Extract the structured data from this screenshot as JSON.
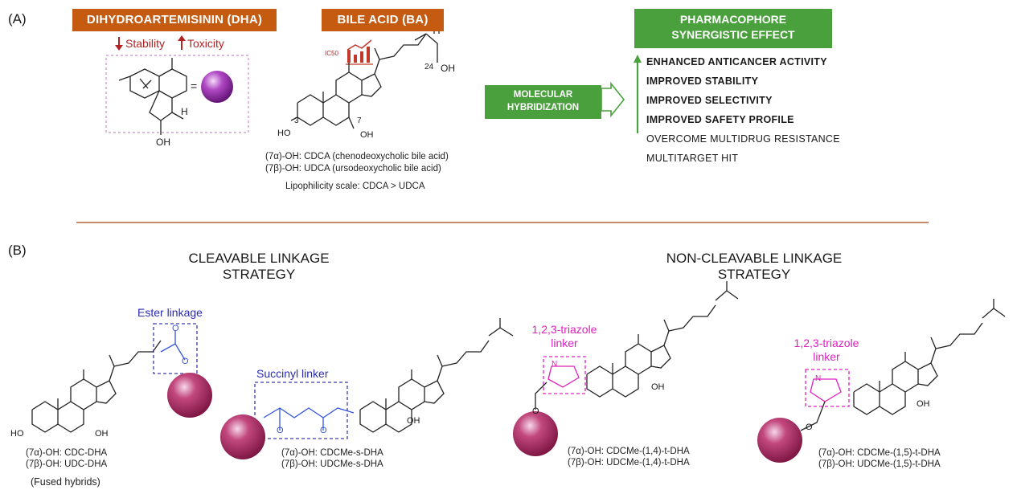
{
  "panelA": {
    "label": "(A)",
    "dha": {
      "badge": "DIHYDROARTEMISININ (DHA)",
      "stability": "Stability",
      "toxicity": "Toxicity",
      "h_label": "H",
      "oh_label": "OH",
      "equals": "="
    },
    "ba": {
      "badge": "BILE ACID (BA)",
      "ic50": "IC50",
      "oh_label": "OH",
      "c24": "24",
      "c3": "3",
      "c7": "7",
      "ho_label": "HO",
      "oh7_label": "OH",
      "caption1": "(7α)-OH: CDCA (chenodeoxycholic bile acid)",
      "caption2": "(7β)-OH: UDCA (ursodeoxycholic bile acid)",
      "caption3": "Lipophilicity scale: CDCA > UDCA"
    },
    "hybridization": {
      "line1": "MOLECULAR",
      "line2": "HYBRIDIZATION"
    },
    "synergy": {
      "line1": "PHARMACOPHORE",
      "line2": "SYNERGISTIC EFFECT",
      "items": [
        "ENHANCED ANTICANCER ACTIVITY",
        "IMPROVED STABILITY",
        "IMPROVED SELECTIVITY",
        "IMPROVED SAFETY PROFILE",
        "OVERCOME MULTIDRUG RESISTANCE",
        "MULTITARGET HIT"
      ]
    }
  },
  "panelB": {
    "label": "(B)",
    "cleavable": {
      "line1": "CLEAVABLE LINKAGE",
      "line2": "STRATEGY"
    },
    "noncleavable": {
      "line1": "NON-CLEAVABLE LINKAGE",
      "line2": "STRATEGY"
    },
    "ester_linkage": "Ester linkage",
    "succinyl_linker": "Succinyl linker",
    "triazole1": {
      "line1": "1,2,3-triazole",
      "line2": "linker"
    },
    "triazole2": {
      "line1": "1,2,3-triazole",
      "line2": "linker"
    },
    "compounds": {
      "fused": {
        "l1": "(7α)-OH: CDC-DHA",
        "l2": "(7β)-OH: UDC-DHA",
        "l3": "(Fused hybrids)"
      },
      "succinyl": {
        "l1": "(7α)-OH: CDCMe-s-DHA",
        "l2": "(7β)-OH: UDCMe-s-DHA"
      },
      "t14": {
        "l1": "(7α)-OH: CDCMe-(1,4)-t-DHA",
        "l2": "(7β)-OH: UDCMe-(1,4)-t-DHA"
      },
      "t15": {
        "l1": "(7α)-OH: CDCMe-(1,5)-t-DHA",
        "l2": "(7β)-OH: UDCMe-(1,5)-t-DHA"
      }
    },
    "ho": "HO",
    "oh": "OH",
    "o": "O",
    "n": "N"
  },
  "colors": {
    "orange": "#c55a11",
    "green": "#4aa03c",
    "divider": "#b0603a",
    "blue_linker": "#3355dd",
    "magenta_linker": "#e020c0"
  }
}
